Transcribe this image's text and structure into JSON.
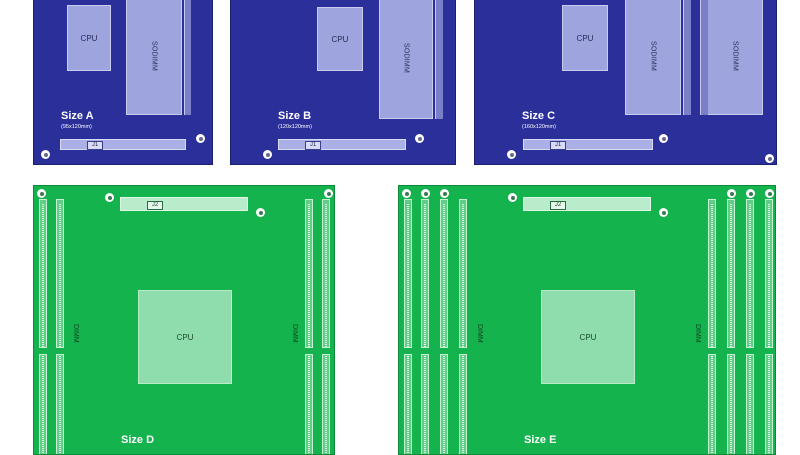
{
  "boards": {
    "a": {
      "title": "Size A",
      "subtitle": "(95x120mm)",
      "cpu": "CPU",
      "sodimm": [
        "SODIMM"
      ],
      "connector": "J1"
    },
    "b": {
      "title": "Size B",
      "subtitle": "(120x120mm)",
      "cpu": "CPU",
      "sodimm": [
        "SODIMM"
      ],
      "connector": "J1"
    },
    "c": {
      "title": "Size C",
      "subtitle": "(160x120mm)",
      "cpu": "CPU",
      "sodimm": [
        "SODIMM",
        "SODIMM"
      ],
      "connector": "J1"
    },
    "d": {
      "title": "Size D",
      "cpu": "CPU",
      "dimm": [
        "DIMM",
        "DIMM"
      ],
      "connector": "J2"
    },
    "e": {
      "title": "Size E",
      "cpu": "CPU",
      "dimm": [
        "DIMM",
        "DIMM"
      ],
      "connector": "J2"
    }
  },
  "colors": {
    "blue_board": "#2a2f9a",
    "green_board": "#14b34d",
    "component_blue": "#9ea4de",
    "component_green": "#8fdcac"
  }
}
